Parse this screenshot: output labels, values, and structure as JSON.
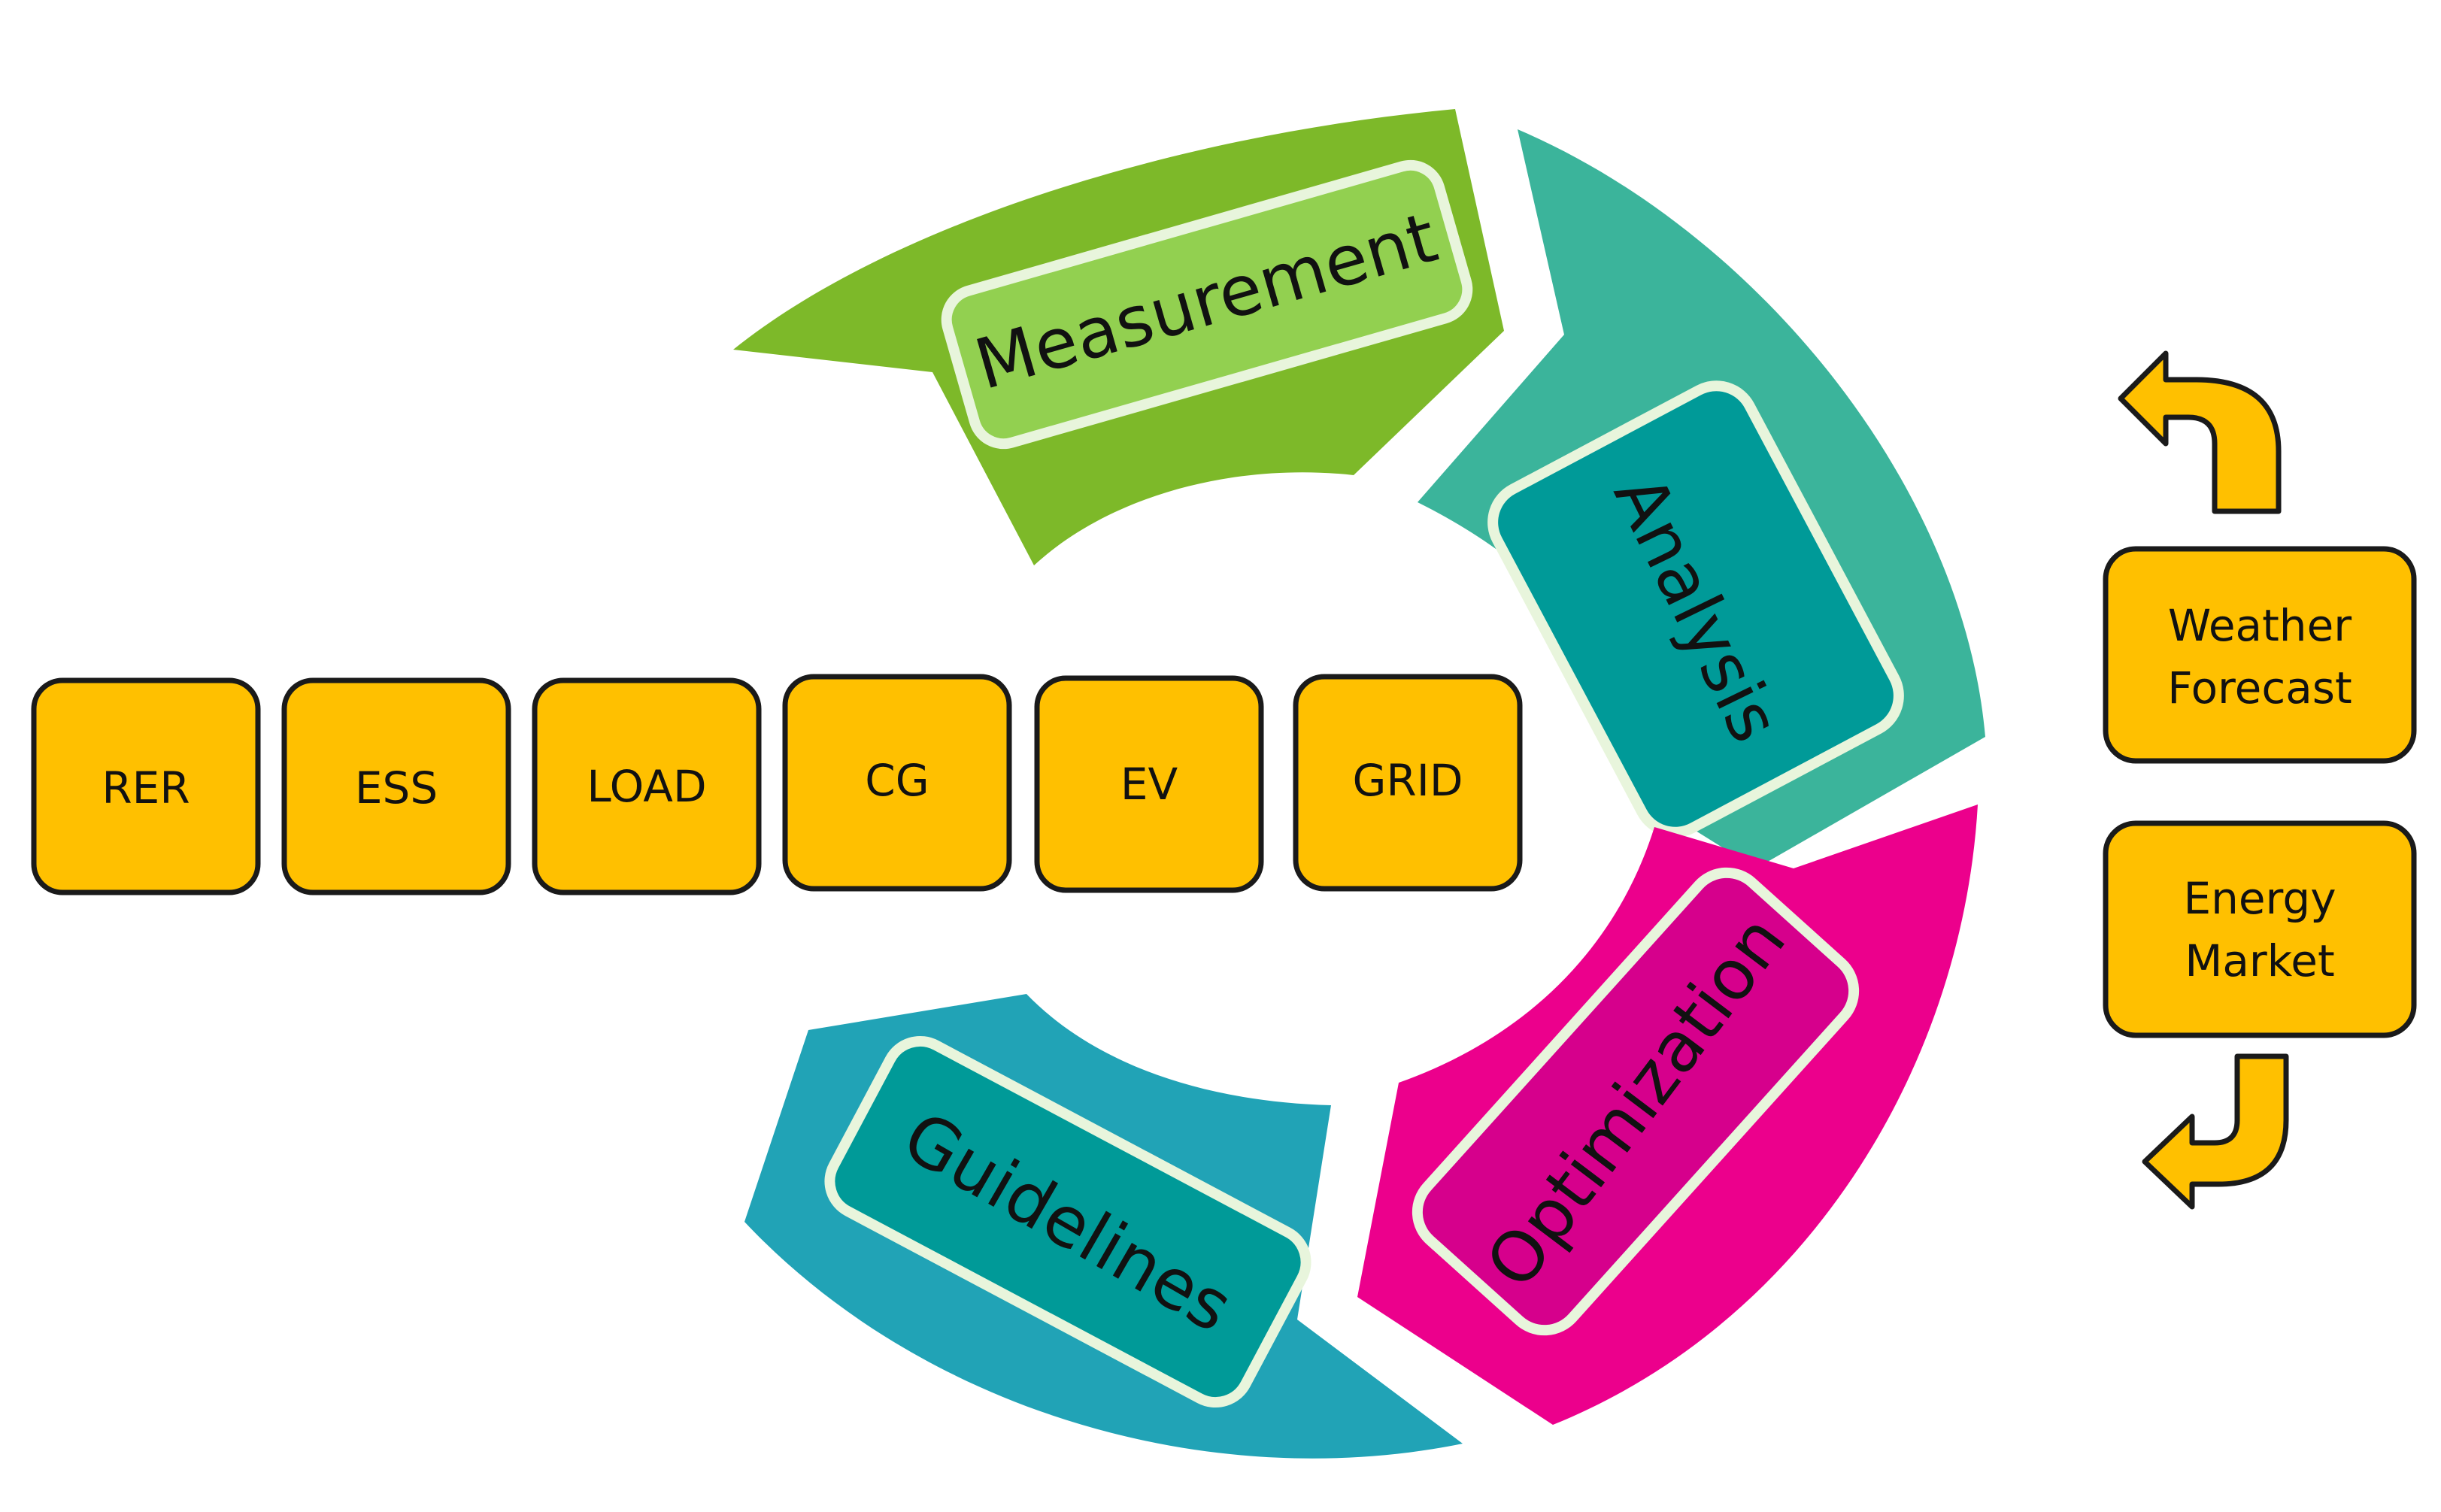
{
  "cycle": {
    "stages": [
      {
        "label": "Measurement",
        "outer_color": "#7DB929",
        "inner_color": "#92D050"
      },
      {
        "label": "Analysis",
        "outer_color": "#3BB49B",
        "inner_color": "#009A98"
      },
      {
        "label": "Optimization",
        "outer_color": "#EC008C",
        "inner_color": "#D6008C"
      },
      {
        "label": "Guidelines",
        "outer_color": "#21A3B6",
        "inner_color": "#009A98"
      }
    ]
  },
  "components": [
    {
      "label": "RER"
    },
    {
      "label": "ESS"
    },
    {
      "label": "LOAD"
    },
    {
      "label": "CG"
    },
    {
      "label": "EV"
    },
    {
      "label": "GRID"
    }
  ],
  "inputs": {
    "weather": {
      "line1": "Weather",
      "line2": "Forecast"
    },
    "market": {
      "line1": "Energy",
      "line2": "Market"
    }
  },
  "colors": {
    "box_fill": "#FFC000",
    "box_stroke": "#1A1A1A",
    "inner_border": "#E8F5DC"
  }
}
